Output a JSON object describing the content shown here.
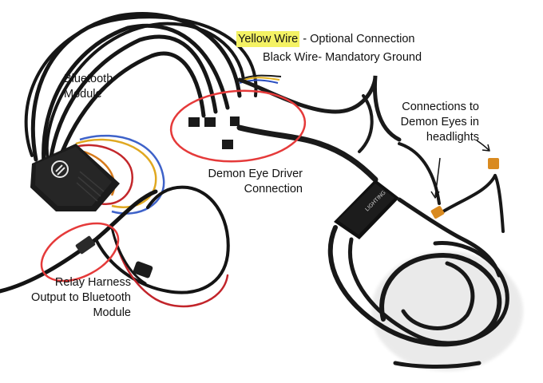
{
  "annotations": {
    "optional_highlight": "Yellow Wire",
    "optional_rest": " - Optional Connection",
    "mandatory": "Black Wire- Mandatory Ground",
    "bluetooth": [
      "Bluetooth",
      "Module"
    ],
    "driver": [
      "Demon Eye Driver",
      "Connection"
    ],
    "demon_eyes": [
      "Connections to",
      "Demon Eyes in",
      "headlights"
    ],
    "relay": [
      "Relay Harness",
      "Output to Bluetooth",
      "Module"
    ],
    "driver_box_brand": "LIGHTING"
  },
  "colors": {
    "highlight": "#f4f264",
    "circle": "#e53a3a",
    "wire": "#141414",
    "wire_red": "#c2242a",
    "connector_amber": "#d98a20"
  }
}
